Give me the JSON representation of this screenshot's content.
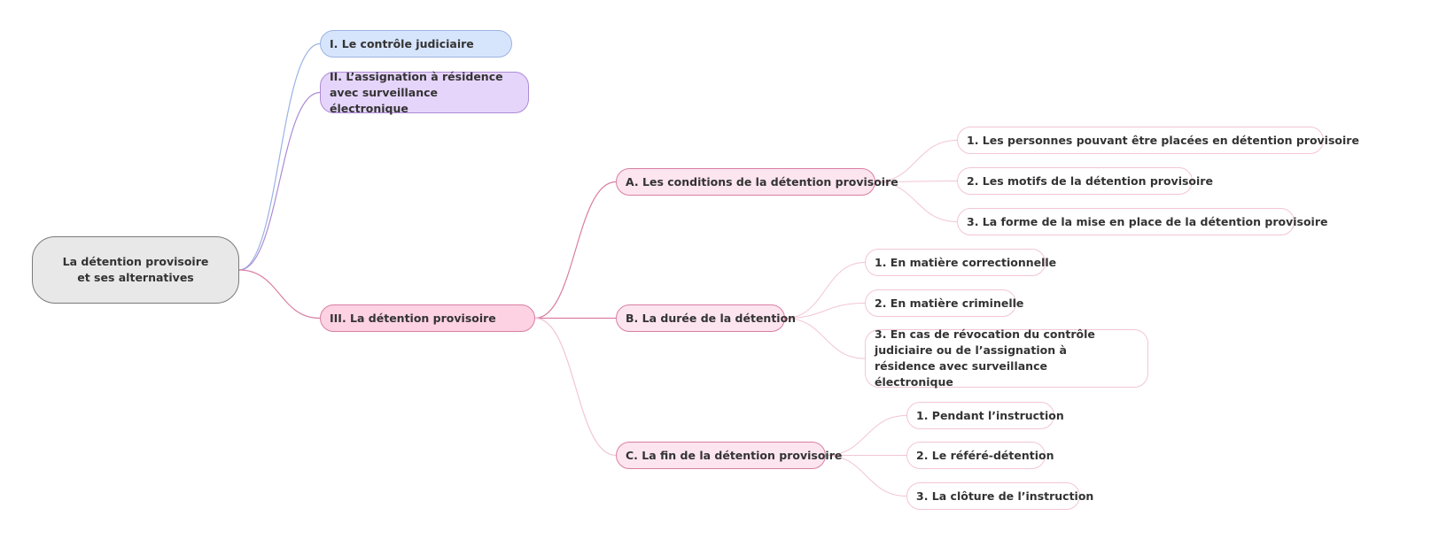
{
  "root": {
    "label": "La détention provisoire et ses alternatives"
  },
  "branches": [
    {
      "label": "I. Le contrôle judiciaire"
    },
    {
      "label": "II. L’assignation à résidence avec surveillance électronique"
    },
    {
      "label": "III. La détention provisoire",
      "children": [
        {
          "label": "A. Les conditions de la détention provisoire",
          "children": [
            {
              "label": "1. Les personnes pouvant être placées en détention provisoire"
            },
            {
              "label": "2. Les motifs de la détention provisoire"
            },
            {
              "label": "3. La forme de la mise en place de la détention provisoire"
            }
          ]
        },
        {
          "label": "B. La durée de la détention",
          "children": [
            {
              "label": "1. En matière correctionnelle"
            },
            {
              "label": "2. En matière criminelle"
            },
            {
              "label": "3. En cas de révocation du contrôle judiciaire ou de l’assignation à résidence avec surveillance électronique"
            }
          ]
        },
        {
          "label": "C. La fin de la détention provisoire",
          "children": [
            {
              "label": "1. Pendant l’instruction"
            },
            {
              "label": "2. Le référé-détention"
            },
            {
              "label": "3. La clôture de l’instruction"
            }
          ]
        }
      ]
    }
  ],
  "colors": {
    "branch1": "#9cb3e3",
    "branch2": "#ad8bd6",
    "branch3": "#d97ea3",
    "leafEdge": "#f2c5d6"
  }
}
